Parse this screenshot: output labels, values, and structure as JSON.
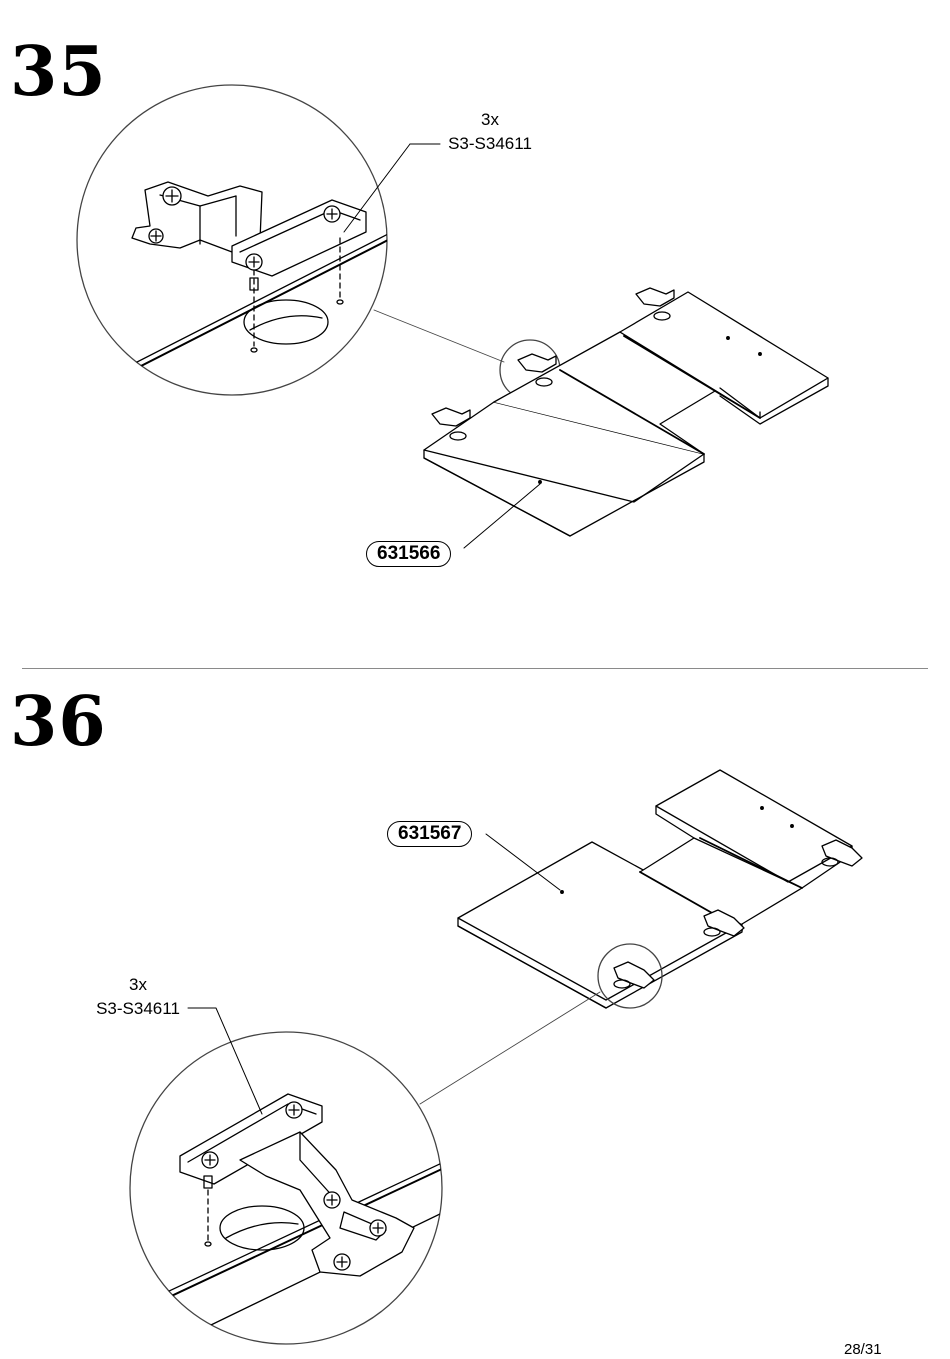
{
  "page": {
    "number": "28/31"
  },
  "steps": [
    {
      "number": "35",
      "hardware": {
        "quantity": "3x",
        "code": "S3-S34611"
      },
      "part": "631566"
    },
    {
      "number": "36",
      "hardware": {
        "quantity": "3x",
        "code": "S3-S34611"
      },
      "part": "631567"
    }
  ]
}
